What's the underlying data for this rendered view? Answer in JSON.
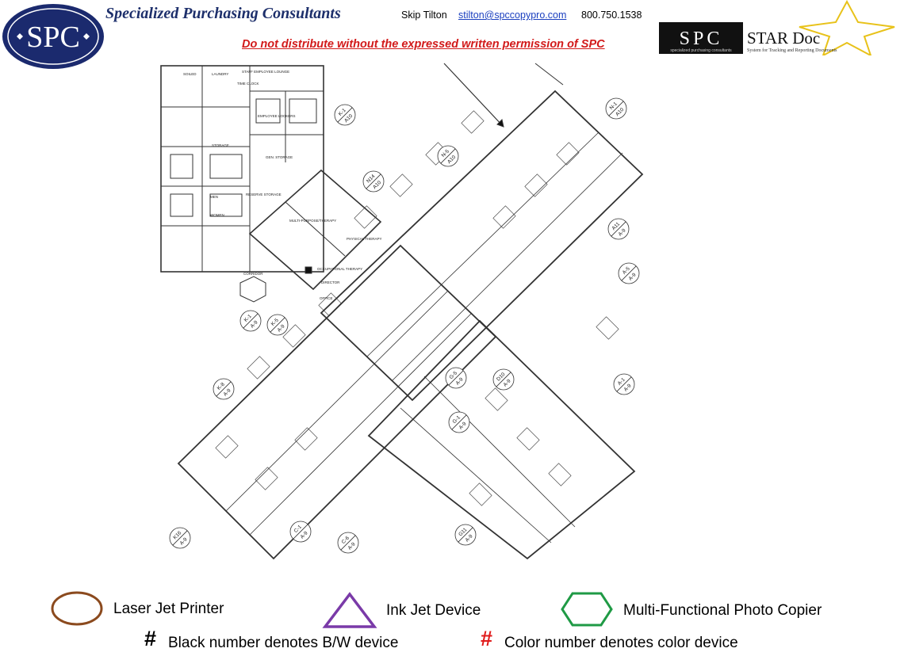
{
  "header": {
    "logo_text": "SPC",
    "company_name": "Specialized Purchasing Consultants",
    "contact_name": "Skip Tilton",
    "contact_email": "stilton@spccopypro.com",
    "contact_phone": "800.750.1538",
    "warning": "Do not distribute without the expressed written permission of SPC",
    "stardoc": {
      "brand": "SPC",
      "title": "STAR Doc",
      "brand_sub": "specialized purchasing consultants",
      "tagline": "System for Tracking and Reporting Documents"
    }
  },
  "floor_plan": {
    "rooms": [
      "STAFF EMPLOYEE LOUNGE",
      "EMPLOYEE LOCKERS",
      "GEN. STORAGE",
      "RESERVE STORAGE",
      "MULTI-PURPOSE/THERAPY",
      "PHYSICAL THERAPY",
      "OCCUPATIONAL THERAPY",
      "CORRIDOR",
      "STORAGE",
      "LAUNDRY",
      "WOMEN",
      "MEN",
      "DIRECTOR",
      "OFFICE",
      "TIME CLOCK",
      "SOILED"
    ],
    "markers": [
      {
        "line1": "K-1",
        "line2": "A10"
      },
      {
        "line1": "N-1",
        "line2": "A10"
      },
      {
        "line1": "N-5",
        "line2": "A10"
      },
      {
        "line1": "N14",
        "line2": "A10"
      },
      {
        "line1": "A11",
        "line2": "A-9"
      },
      {
        "line1": "A-5",
        "line2": "A-9"
      },
      {
        "line1": "D10",
        "line2": "A-9"
      },
      {
        "line1": "A-1",
        "line2": "A-9"
      },
      {
        "line1": "G-5",
        "line2": "A-9"
      },
      {
        "line1": "G-1",
        "line2": "A-9"
      },
      {
        "line1": "K-1",
        "line2": "A-9"
      },
      {
        "line1": "K-5",
        "line2": "A-9"
      },
      {
        "line1": "K-8",
        "line2": "A-9"
      },
      {
        "line1": "K16",
        "line2": "A-9"
      },
      {
        "line1": "C-1",
        "line2": "A-9"
      },
      {
        "line1": "C-6",
        "line2": "A-9"
      },
      {
        "line1": "G11",
        "line2": "A-9"
      }
    ]
  },
  "legend": {
    "laser_label": "Laser Jet Printer",
    "laser_color": "#8b4a1e",
    "inkjet_label": "Ink Jet Device",
    "inkjet_color": "#7a3aa8",
    "mfp_label": "Multi-Functional Photo Copier",
    "mfp_color": "#1f9a45",
    "bw_symbol": "#",
    "bw_label": "Black number denotes B/W device",
    "color_symbol": "#",
    "color_symbol_color": "#e01b1b",
    "color_label": "Color number denotes color device"
  }
}
